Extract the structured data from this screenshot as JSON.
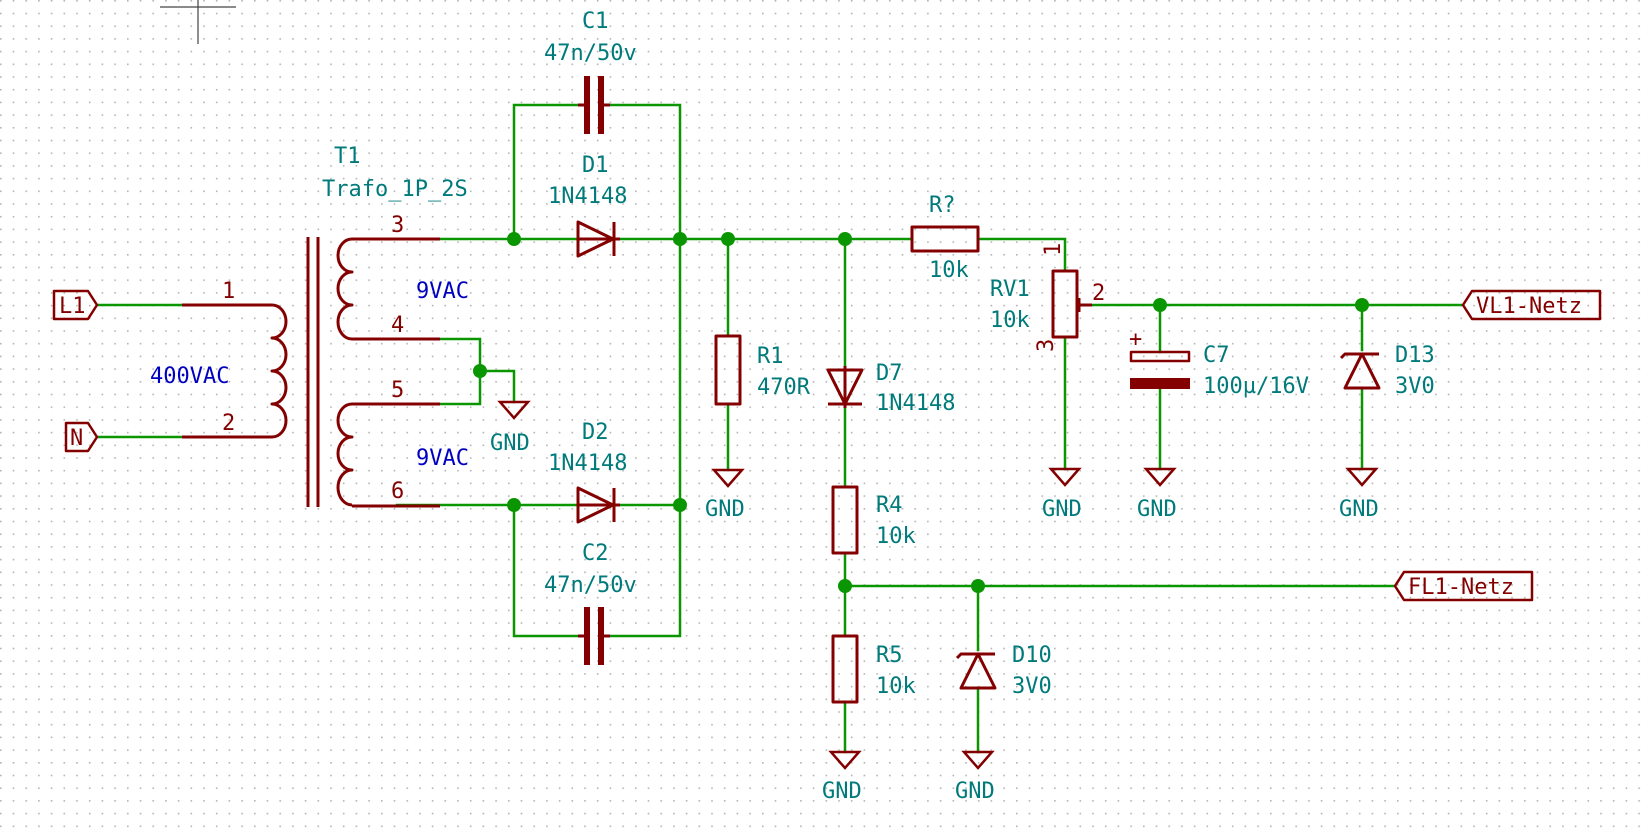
{
  "colors": {
    "wire": "#0a9600",
    "component": "#840000",
    "reference_text": "#007a7a",
    "note_text": "#0000c0",
    "background": "#ffffff",
    "grid_dot": "#b4b4b4"
  },
  "transformer": {
    "ref": "T1",
    "value": "Trafo_1P_2S",
    "pins": [
      "1",
      "2",
      "3",
      "4",
      "5",
      "6"
    ]
  },
  "notes": {
    "primary": "400VAC",
    "secondary_top": "9VAC",
    "secondary_bottom": "9VAC"
  },
  "labels": {
    "l1": "L1",
    "n": "N",
    "vl1": "VL1-Netz",
    "fl1": "FL1-Netz"
  },
  "gnd_text": "GND",
  "components": {
    "c1": {
      "ref": "C1",
      "value": "47n/50v"
    },
    "c2": {
      "ref": "C2",
      "value": "47n/50v"
    },
    "d1": {
      "ref": "D1",
      "value": "1N4148"
    },
    "d2": {
      "ref": "D2",
      "value": "1N4148"
    },
    "r1": {
      "ref": "R1",
      "value": "470R"
    },
    "d7": {
      "ref": "D7",
      "value": "1N4148"
    },
    "r4": {
      "ref": "R4",
      "value": "10k"
    },
    "r5": {
      "ref": "R5",
      "value": "10k"
    },
    "d10": {
      "ref": "D10",
      "value": "3V0"
    },
    "rq": {
      "ref": "R?",
      "value": "10k"
    },
    "rv1": {
      "ref": "RV1",
      "value": "10k",
      "pins": [
        "1",
        "2",
        "3"
      ]
    },
    "c7": {
      "ref": "C7",
      "value": "100µ/16V",
      "polarity": "+"
    },
    "d13": {
      "ref": "D13",
      "value": "3V0"
    }
  }
}
